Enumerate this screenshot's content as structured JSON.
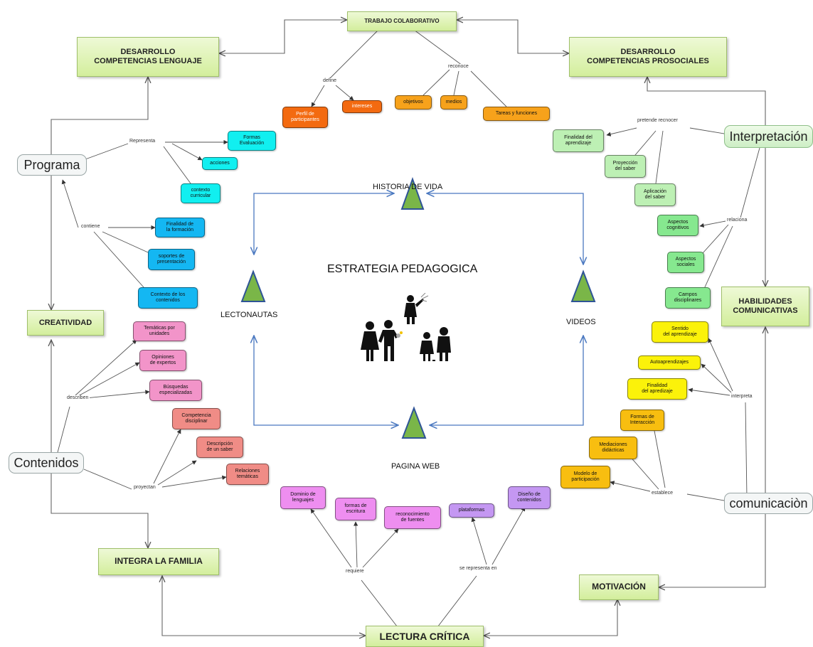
{
  "nodes": {
    "trabajo": "TRABAJO COLABORATIVO",
    "des_lenguaje": "DESARROLLO\nCOMPETENCIAS LENGUAJE",
    "des_prosociales": "DESARROLLO\nCOMPETENCIAS PROSOCIALES",
    "perfil": "Perfil de\nparticipantes",
    "intereses": "intereses",
    "objetivos": "objetivos",
    "medios": "medios",
    "tareas": "Tareas y funciones",
    "programa": "Programa",
    "formas_eval": "Formas\nEvaluación",
    "acciones": "acciones",
    "contexto_curr": "contexto\ncurricular",
    "finalidad_form": "Finalidad de\nla formación",
    "soportes": "soportes de\npresentación",
    "contexto_cont": "Contexto de los\ncontenidos",
    "creatividad": "CREATIVIDAD",
    "tematicas": "Temáticas por\nunidades",
    "opiniones": "Opiniones\nde expertos",
    "busquedas": "Búsquedas\nespecializadas",
    "contenidos": "Contenidos",
    "competencia": "Competencia\ndisciplinar",
    "descripcion": "Descripción\nde un saber",
    "relaciones": "Relaciones\ntemáticas",
    "integra": "INTEGRA LA FAMILIA",
    "lectura": "LECTURA CRÍTICA",
    "motivacion": "MOTIVACIÓN",
    "dominio": "Dominio de\nlenguajes",
    "formas_escr": "formas de\nescritura",
    "reconocimiento": "reconocimiento\nde fuentes",
    "plataformas": "plataformas",
    "diseno": "Diseño de\ncontenidos",
    "interpretacion": "Interpretación",
    "finalidad_apr": "Finalidad del\naprendizaje",
    "proyeccion": "Proyección\ndel saber",
    "aplicacion": "Aplicación\ndel saber",
    "asp_cog": "Aspectos\ncognitivos",
    "asp_soc": "Aspectos\nsociales",
    "campos": "Campos\ndisciplinares",
    "habilidades": "HABILIDADES\nCOMUNICATIVAS",
    "sentido": "Sentido\ndel aprendizaje",
    "autoaprendizajes": "Autoaprendizajes",
    "finalidad_apred": "Finalidad\ndel apredizaje",
    "formas_inter": "Formas de\nInteracción",
    "mediaciones": "Mediaciones\ndidácticas",
    "modelo": "Modelo de\nparticipación",
    "comunicacion": "comunicaciòn"
  },
  "links": {
    "define": "define",
    "reconoce": "reconoce",
    "representa": "Representa",
    "contiene": "contiene",
    "describen": "describen",
    "proyectan": "proyectan",
    "requiere": "requiere",
    "se_representa": "se representa en",
    "pretende": "pretende recnocer",
    "relaciona": "relaciona",
    "interpreta": "interpreta",
    "establece": "establece"
  },
  "center": {
    "historia": "HISTORIA DE VIDA",
    "lectonautas": "LECTONAUTAS",
    "videos": "VIDEOS",
    "pagina": "PAGINA WEB",
    "estrategia": "ESTRATEGIA PEDAGOGICA"
  },
  "colors": {
    "line": "#666666",
    "blue_line": "#4a78c0",
    "triangle_fill": "#7ab648",
    "triangle_stroke": "#2f5496"
  }
}
